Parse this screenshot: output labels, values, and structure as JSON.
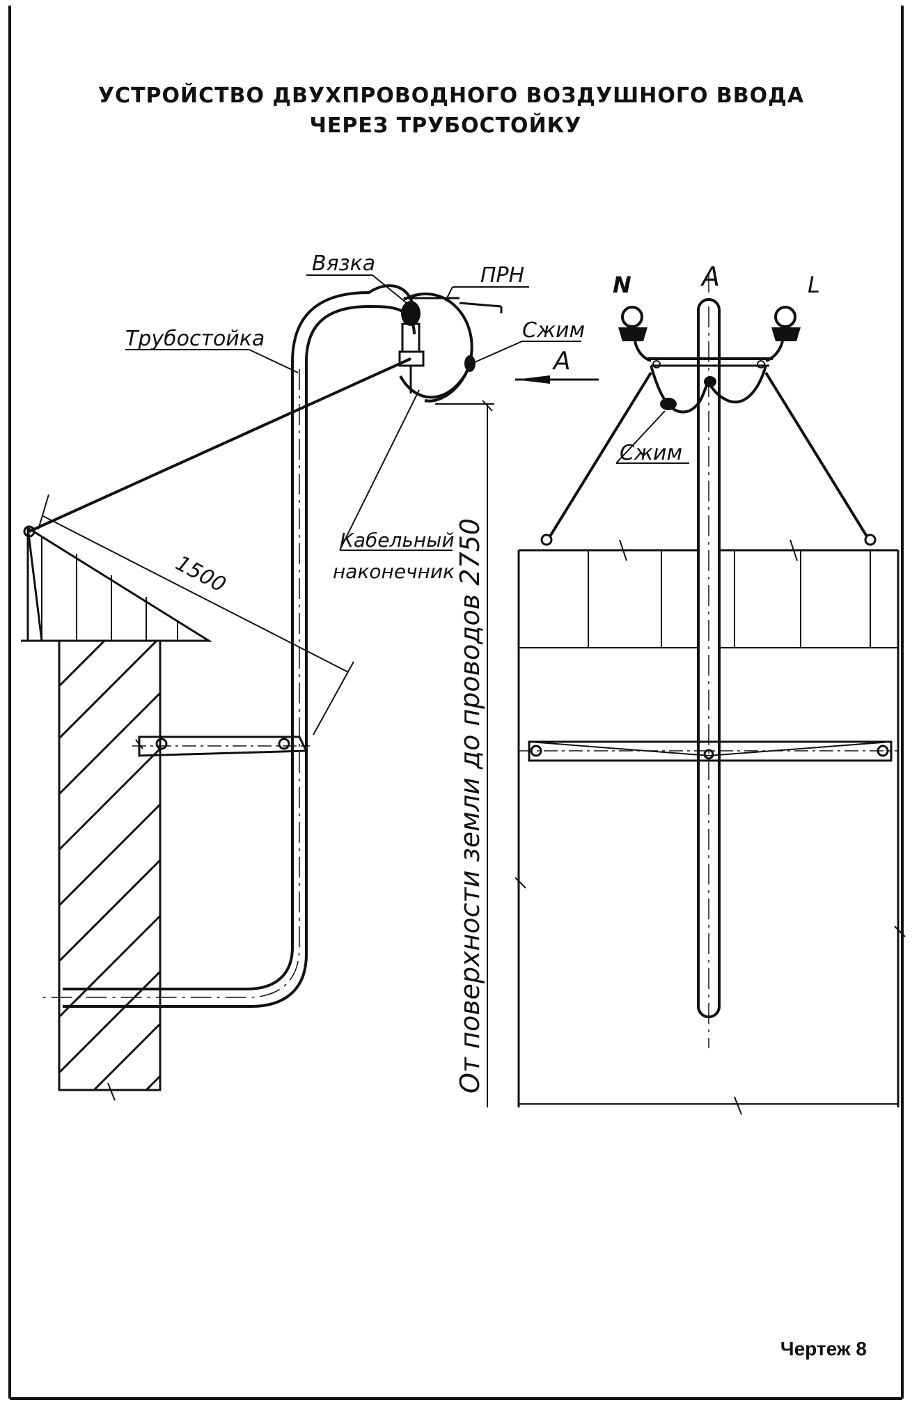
{
  "title": {
    "line1": "УСТРОЙСТВО ДВУХПРОВОДНОГО ВОЗДУШНОГО ВВОДА",
    "line2": "ЧЕРЕЗ ТРУБОСТОЙКУ"
  },
  "labels": {
    "vyazka": "Вязка",
    "prn": "ПРН",
    "trubostoyka": "Трубостойка",
    "zhim_side": "Сжим",
    "view_a_arrow": "А",
    "cable_tip_line1": "Кабельный",
    "cable_tip_line2": "наконечник",
    "dim_1500": "1500",
    "dim_vertical": "От поверхности земли до проводов 2750",
    "phase_n": "N",
    "phase_a": "А",
    "phase_l": "L",
    "zhim_front": "Сжим"
  },
  "footer": {
    "sheet": "Чертеж 8"
  }
}
